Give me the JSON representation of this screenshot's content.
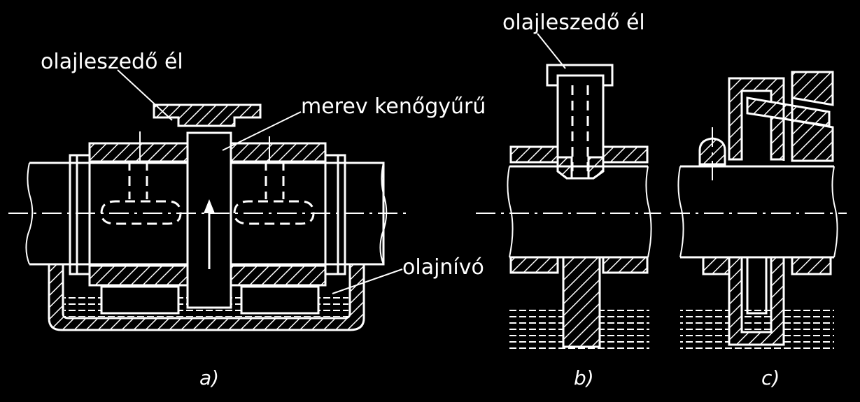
{
  "labels": {
    "oil_edge_a": "olajleszedő él",
    "rigid_ring": "merev kenőgyűrű",
    "oil_level": "olajnívó",
    "oil_edge_b": "olajleszedő él"
  },
  "captions": {
    "a": "a)",
    "b": "b)",
    "c": "c)"
  },
  "colors": {
    "background": "#000000",
    "line": "#ffffff"
  }
}
